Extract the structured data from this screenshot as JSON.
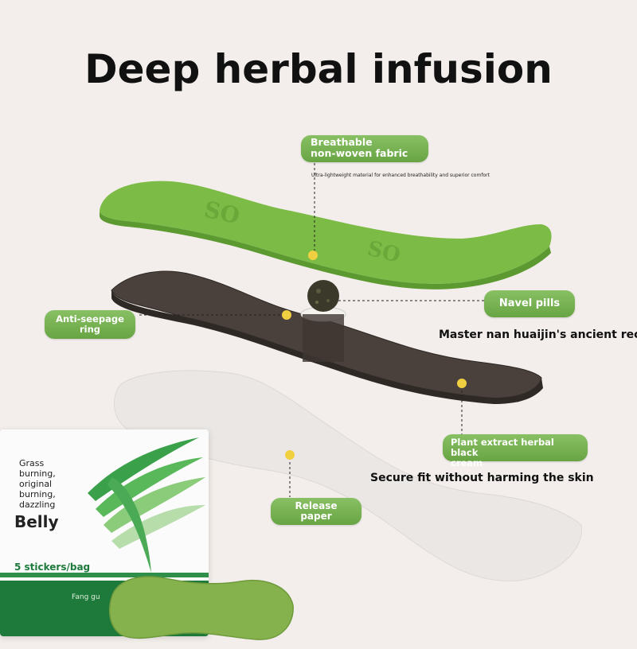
{
  "title": "Deep herbal infusion",
  "layers": {
    "fabric": {
      "label": "Breathable\nnon-woven fabric",
      "description": "Ultra-lightweight material for enhanced breathability and superior comfort",
      "print_text": "SO",
      "color": "#7cbb45"
    },
    "anti_seepage": {
      "label": "Anti-seepage\nring"
    },
    "navel_pills": {
      "label": "Navel pills",
      "caption": "Master nan huaijin's ancient recipe"
    },
    "herbal_cream": {
      "label": "Plant extract herbal black\ncream",
      "color": "#4a3f3a"
    },
    "release_paper": {
      "label": "Release\npaper",
      "caption": "Secure fit without harming the skin",
      "color": "#e9e6e4"
    }
  },
  "package": {
    "tagline": "Grass\nburning,\noriginal\nburning,\ndazzling",
    "product": "Belly",
    "count": "5 stickers/bag",
    "brand": "Fang gu"
  },
  "colors": {
    "accent": "#74b04d",
    "dot": "#f0d040",
    "background": "#f3eeeb"
  }
}
